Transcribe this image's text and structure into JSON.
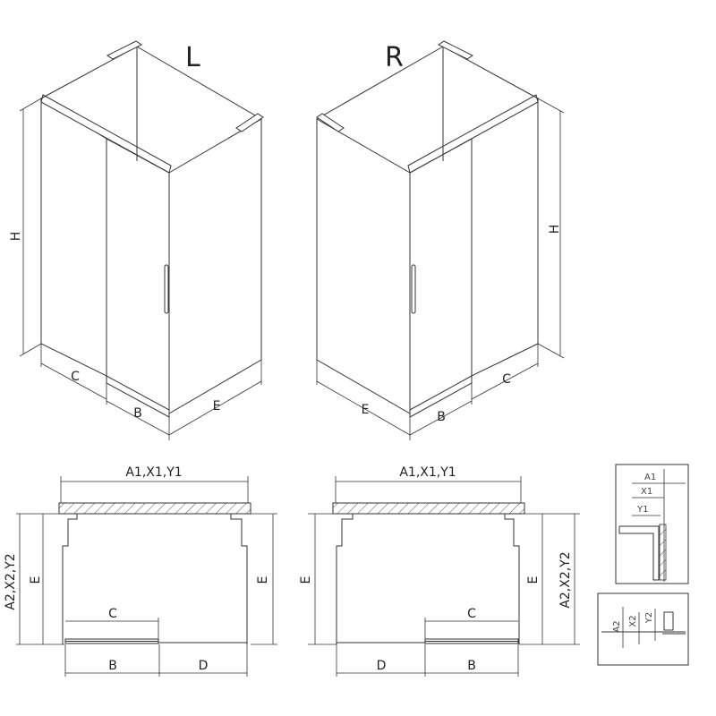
{
  "views": {
    "left_label": "L",
    "right_label": "R"
  },
  "iso_left": {
    "H": "H",
    "C": "C",
    "B": "B",
    "E": "E"
  },
  "iso_right": {
    "H": "H",
    "C": "C",
    "B": "B",
    "E": "E"
  },
  "plan_left": {
    "top_dim": "A1,X1,Y1",
    "side_dim": "A2,X2,Y2",
    "E_left": "E",
    "E_right": "E",
    "C": "C",
    "B": "B",
    "D": "D"
  },
  "plan_right": {
    "top_dim": "A1,X1,Y1",
    "side_dim": "A2,X2,Y2",
    "E_left": "E",
    "E_right": "E",
    "C": "C",
    "B": "B",
    "D": "D"
  },
  "detail_top": {
    "A1": "A1",
    "X1": "X1",
    "Y1": "Y1"
  },
  "detail_bottom": {
    "A2": "A2",
    "X2": "X2",
    "Y2": "Y2"
  }
}
